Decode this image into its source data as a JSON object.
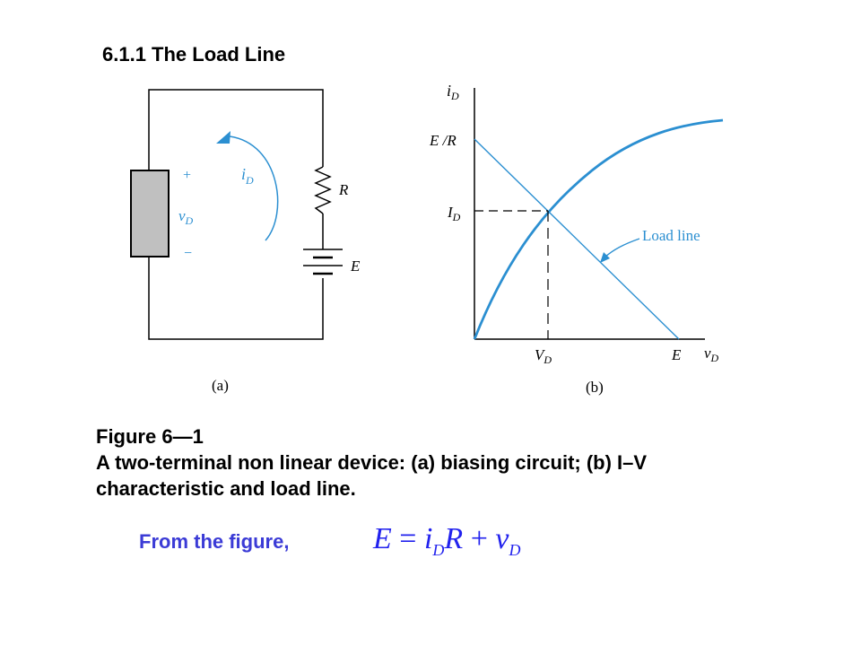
{
  "section_title": "6.1.1 The Load Line",
  "circuit": {
    "panel_label": "(a)",
    "plus_sign": "+",
    "minus_sign": "−",
    "voltage_label": "v",
    "voltage_sub": "D",
    "current_label": "i",
    "current_sub": "D",
    "resistor_label": "R",
    "source_label": "E"
  },
  "graph": {
    "panel_label": "(b)",
    "y_axis_label": "i",
    "y_axis_sub": "D",
    "x_axis_label": "v",
    "x_axis_sub": "D",
    "y_intercept_label": "E /R",
    "operating_current_label": "I",
    "operating_current_sub": "D",
    "operating_voltage_label": "V",
    "operating_voltage_sub": "D",
    "x_intercept_label": "E",
    "load_line_label": "Load line"
  },
  "caption": {
    "figure_number": "Figure 6—1",
    "line1": "A two-terminal non linear device: (a) biasing circuit; (b) I–V",
    "line2": "characteristic and load line."
  },
  "from_text": "From the figure,",
  "equation": {
    "lhs": "E",
    "equals": "=",
    "term1": "i",
    "term1_sub": "D",
    "term1_factor": "R",
    "plus": "+",
    "term2": "v",
    "term2_sub": "D"
  },
  "colors": {
    "curve_blue": "#2b8fd1",
    "text_blue": "#3b3bd6",
    "device_fill": "#c0c0c0"
  }
}
